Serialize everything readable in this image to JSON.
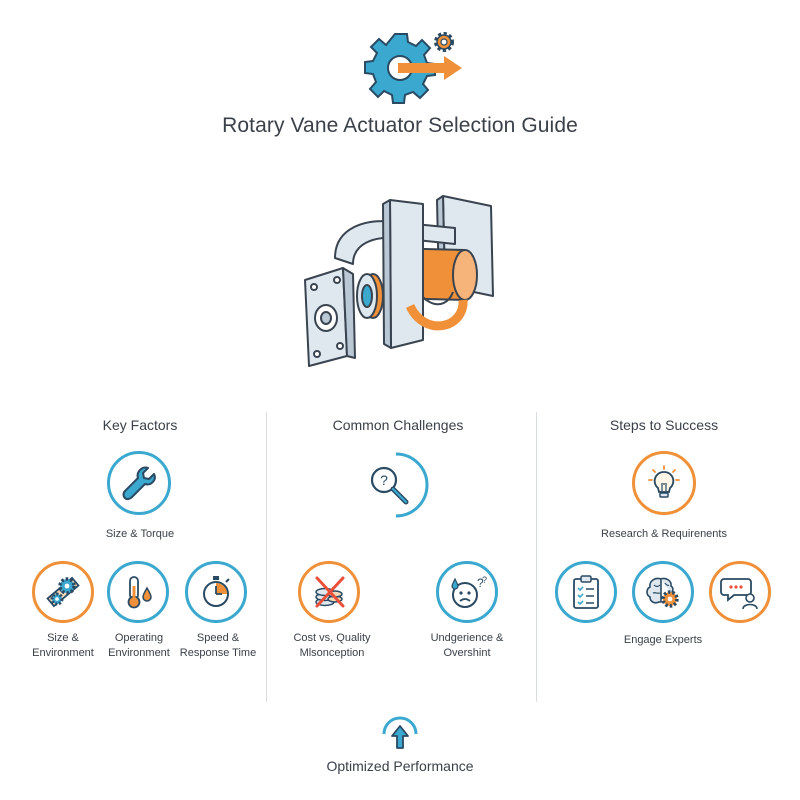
{
  "title": "Rotary Vane Actuator Selection Guide",
  "colors": {
    "blue": "#3aa8cf",
    "orange": "#f0913a",
    "steel": "#dfe8ef",
    "outline": "#3a4450"
  },
  "columns": {
    "key_factors": {
      "heading": "Key Factors",
      "main_item": {
        "label": "Size & Torque",
        "icon": "wrench-icon"
      },
      "items": [
        {
          "label": "Size & Environment",
          "icon": "gears-ruler-icon"
        },
        {
          "label": "Operating Environment",
          "icon": "thermometer-icon"
        },
        {
          "label": "Speed & Response Time",
          "icon": "stopwatch-icon"
        }
      ]
    },
    "challenges": {
      "heading": "Common Challenges",
      "main_item": {
        "label": "",
        "icon": "question-magnifier-icon"
      },
      "items": [
        {
          "label": "Cost vs, Quality Mlsonception",
          "icon": "coins-crossed-icon"
        },
        {
          "label": "Undgerience & Overshint",
          "icon": "worried-face-icon"
        }
      ]
    },
    "steps": {
      "heading": "Steps to Success",
      "main_item": {
        "label": "Research & Requirenents",
        "icon": "lightbulb-icon"
      },
      "items": [
        {
          "label": "",
          "icon": "checklist-icon"
        },
        {
          "label": "Engage Experts",
          "icon": "brain-gear-icon"
        },
        {
          "label": "",
          "icon": "chat-person-icon"
        }
      ]
    }
  },
  "footer": {
    "label": "Optimized Performance",
    "icon": "up-arrow-icon"
  }
}
